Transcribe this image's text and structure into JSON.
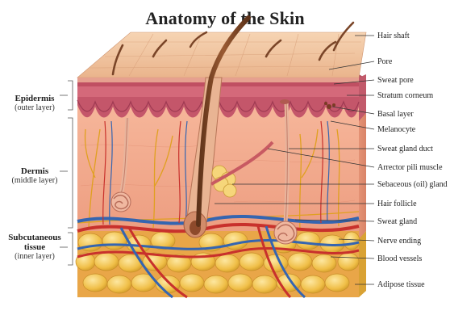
{
  "title": "Anatomy of the Skin",
  "sections": [
    {
      "name": "Epidermis",
      "note": "(outer layer)"
    },
    {
      "name": "Dermis",
      "note": "(middle layer)"
    },
    {
      "name": "Subcutaneous tissue",
      "note": "(inner layer)"
    }
  ],
  "labels": [
    "Hair shaft",
    "Pore",
    "Sweat pore",
    "Stratum corneum",
    "Basal layer",
    "Melanocyte",
    "Sweat gland duct",
    "Arrector pili muscle",
    "Sebaceous (oil) gland",
    "Hair follicle",
    "Sweat gland",
    "Nerve ending",
    "Blood vessels",
    "Adipose tissue"
  ],
  "colors": {
    "skin_top": "#f3c8a2",
    "epidermis": "#d4697a",
    "dermis": "#f0a688",
    "fat": "#f2c24a",
    "artery": "#c8312c",
    "vein": "#3565b0",
    "hair": "#7a4528",
    "nerve": "#e0a020"
  }
}
